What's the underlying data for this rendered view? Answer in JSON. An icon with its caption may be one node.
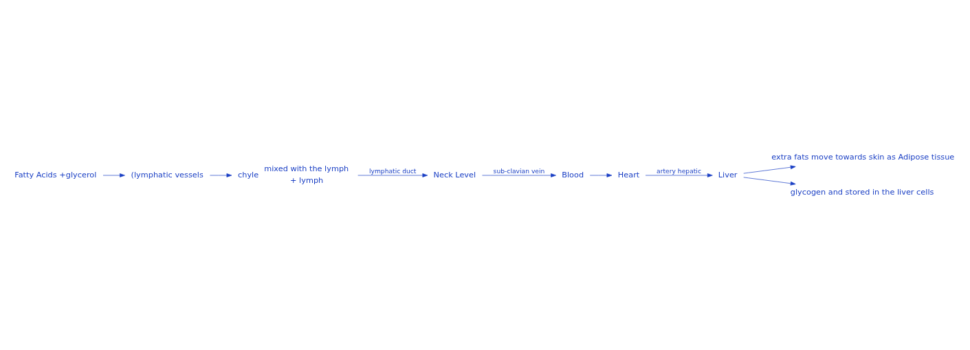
{
  "diagram": {
    "nodes": [
      {
        "text": [
          "Fatty Acids +glycerol"
        ]
      },
      {
        "text": [
          "(lymphatic vessels"
        ]
      },
      {
        "text": [
          "mixed with the lymph",
          "+ lymph"
        ],
        "beside": [
          "chyle"
        ]
      },
      {
        "text": [
          "Neck Level"
        ]
      },
      {
        "text": [
          "Blood"
        ]
      },
      {
        "text": [
          "Heart"
        ]
      },
      {
        "text": [
          "Liver"
        ]
      },
      {
        "text": [
          "extra fats move towards skin as Adipose tissue"
        ]
      },
      {
        "text": [
          "glycogen and stored in the liver cells"
        ]
      }
    ],
    "edges": [
      {
        "from": 0,
        "to": 1,
        "arrow": "to"
      },
      {
        "from": 1,
        "to": 2,
        "arrow": "to"
      },
      {
        "from": 2,
        "to": 3,
        "arrow": "to",
        "label": "lymphatic duct"
      },
      {
        "from": 3,
        "to": 4,
        "arrow": "to",
        "label": "sub-clavian vein"
      },
      {
        "from": 4,
        "to": 5,
        "arrow": "to"
      },
      {
        "from": 5,
        "to": 6,
        "arrow": "to",
        "label": "artery hepatic"
      },
      {
        "from": 6,
        "to": 7,
        "arrow": "to"
      },
      {
        "from": 6,
        "to": 8,
        "arrow": "to"
      }
    ]
  }
}
